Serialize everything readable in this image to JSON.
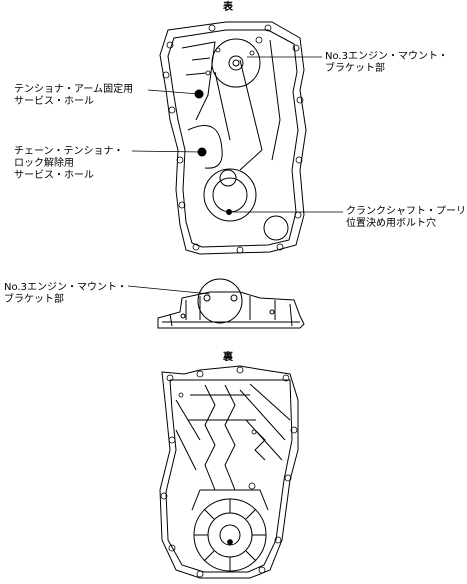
{
  "front_view": {
    "title": "表",
    "labels": {
      "mount_bracket": [
        "No.3エンジン・マウント・",
        "ブラケット部"
      ],
      "tensioner_arm_hole": [
        "テンショナ・アーム固定用",
        "サービス・ホール"
      ],
      "chain_tensioner_hole": [
        "チェーン・テンショナ・",
        "ロック解除用",
        "サービス・ホール"
      ],
      "crank_pulley_hole": [
        "クランクシャフト・プーリ",
        "位置決め用ボルト穴"
      ]
    }
  },
  "top_view": {
    "labels": {
      "mount_bracket": [
        "No.3エンジン・マウント・",
        "ブラケット部"
      ]
    }
  },
  "rear_view": {
    "title": "裏"
  }
}
